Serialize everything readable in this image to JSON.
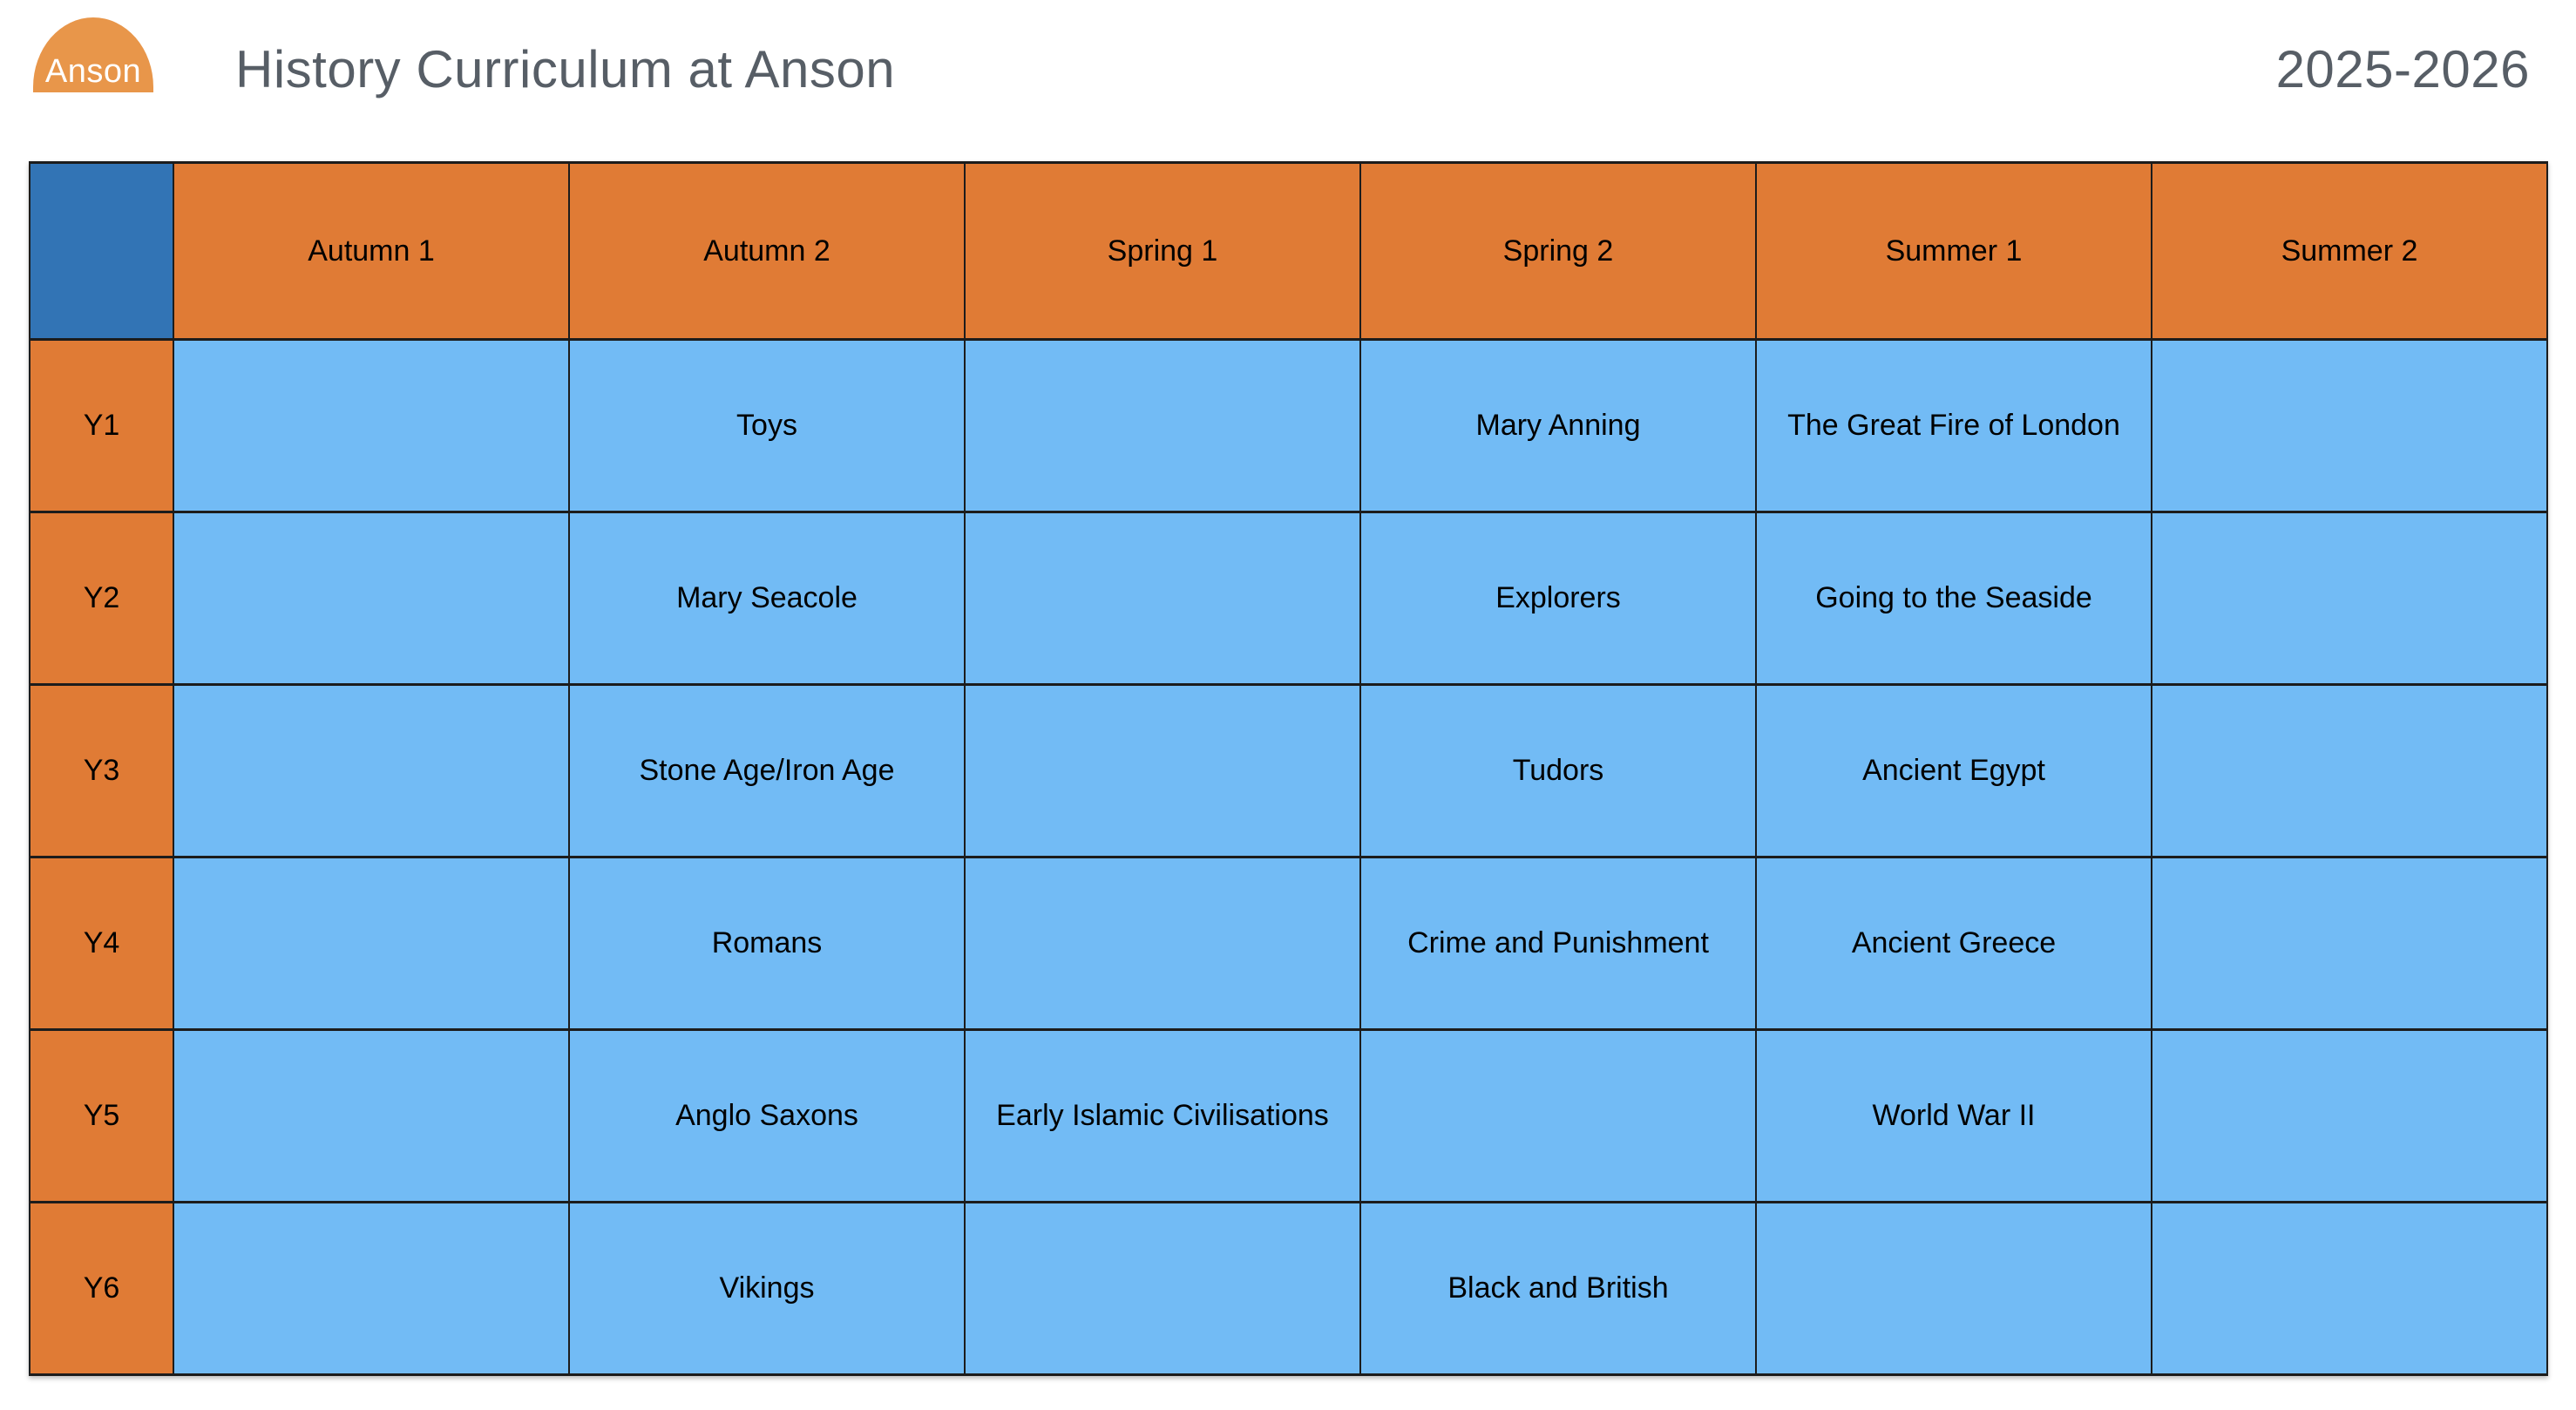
{
  "header": {
    "logo_text": "Anson",
    "title": "History Curriculum at Anson",
    "year": "2025-2026"
  },
  "table": {
    "column_headers": [
      "Autumn 1",
      "Autumn 2",
      "Spring 1",
      "Spring 2",
      "Summer 1",
      "Summer 2"
    ],
    "rows": [
      {
        "label": "Y1",
        "cells": [
          "",
          "Toys",
          "",
          "Mary Anning",
          "The Great Fire of London",
          ""
        ]
      },
      {
        "label": "Y2",
        "cells": [
          "",
          "Mary Seacole",
          "",
          "Explorers",
          "Going to the Seaside",
          ""
        ]
      },
      {
        "label": "Y3",
        "cells": [
          "",
          "Stone Age/Iron Age",
          "",
          "Tudors",
          "Ancient Egypt",
          ""
        ]
      },
      {
        "label": "Y4",
        "cells": [
          "",
          "Romans",
          "",
          "Crime and Punishment",
          "Ancient Greece",
          ""
        ]
      },
      {
        "label": "Y5",
        "cells": [
          "",
          "Anglo Saxons",
          "Early Islamic Civilisations",
          "",
          "World War II",
          ""
        ]
      },
      {
        "label": "Y6",
        "cells": [
          "",
          "Vikings",
          "",
          "Black and British",
          "",
          ""
        ]
      }
    ]
  },
  "colors": {
    "logo_orange": "#E8964A",
    "header_orange": "#E07B35",
    "corner_blue": "#3274B5",
    "cell_blue": "#72BBF5",
    "title_gray": "#575E66",
    "border_dark": "#1C1C1C"
  }
}
